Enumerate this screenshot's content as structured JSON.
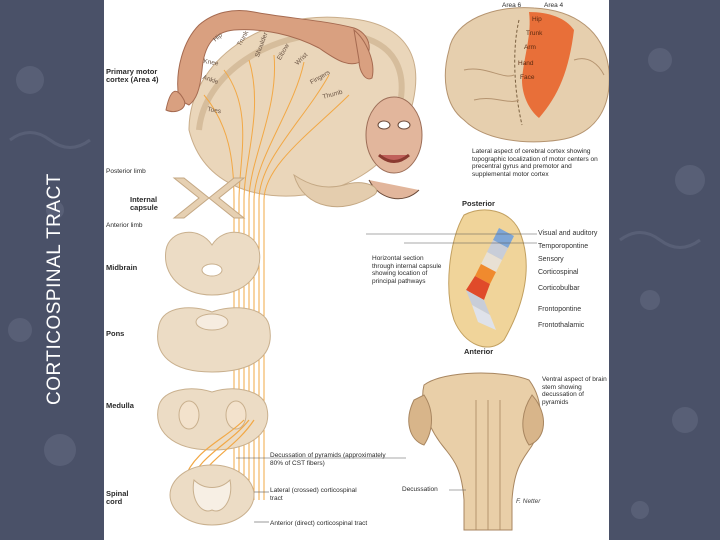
{
  "title": "CORTICOSPINAL TRACT",
  "colors": {
    "background": "#4a5168",
    "brain": "#e8d2b4",
    "cortex_red": "#e8642c",
    "fibers": "#f5b55a"
  },
  "labels": {
    "primary_motor": "Primary motor cortex (Area 4)",
    "posterior_limb": "Posterior limb",
    "internal_capsule": "Internal capsule",
    "anterior_limb": "Anterior limb",
    "midbrain": "Midbrain",
    "pons": "Pons",
    "medulla": "Medulla",
    "spinal_cord": "Spinal cord",
    "decussation_pyramids": "Decussation of pyramids (approximately 80% of CST fibers)",
    "lateral_cst": "Lateral (crossed) corticospinal tract",
    "anterior_cst": "Anterior (direct) corticospinal tract",
    "lateral_aspect": "Lateral aspect of cerebral cortex showing topographic localization of motor centers on precentral gyrus and premotor and supplemental motor cortex",
    "horizontal_section": "Horizontal section through internal capsule showing location of principal pathways",
    "ventral_aspect": "Ventral aspect of brain stem showing decussation of pyramids",
    "decussation": "Decussation",
    "area6": "Area 6",
    "area4": "Area 4",
    "posterior": "Posterior",
    "anterior": "Anterior"
  },
  "homunculus": [
    "Hip",
    "Trunk",
    "Shoulder",
    "Elbow",
    "Wrist",
    "Fingers",
    "Thumb",
    "Knee",
    "Ankle",
    "Toes"
  ],
  "cortex_map": [
    "Hip",
    "Trunk",
    "Arm",
    "Hand",
    "Face"
  ],
  "capsule_pathways": [
    "Visual and auditory",
    "Temporopontine",
    "Sensory",
    "Corticospinal",
    "Corticobulbar",
    "Frontopontine",
    "Frontothalamic"
  ],
  "signature": "F. Netter"
}
